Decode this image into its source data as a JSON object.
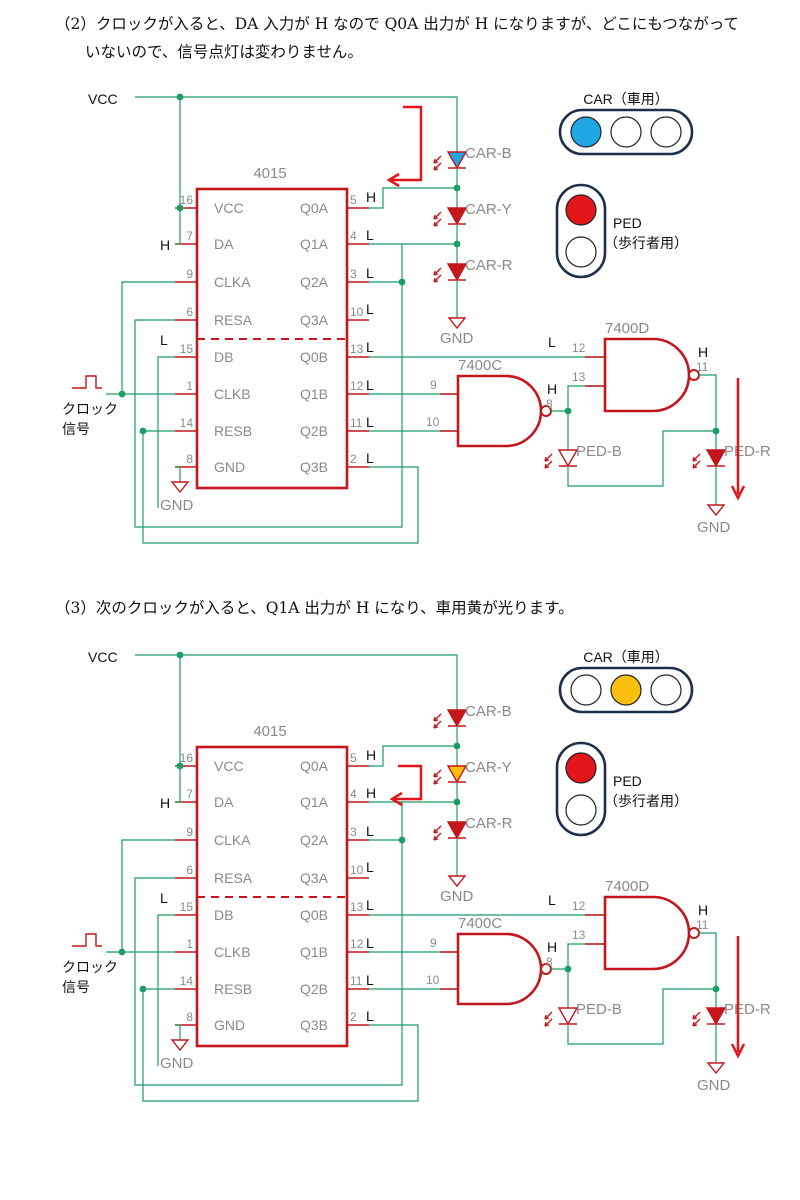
{
  "sections": [
    {
      "caption": [
        "（2）クロックが入ると、DA 入力が H なので Q0A 出力が H になりますが、どこにもつながって",
        "いないので、信号点灯は変わりません。"
      ],
      "vcc": "VCC",
      "chip": "4015",
      "gnd": "GND",
      "clock": [
        "クロック",
        "信号"
      ],
      "pins_left": [
        {
          "num": "16",
          "name": "VCC"
        },
        {
          "num": "7",
          "name": "DA"
        },
        {
          "num": "9",
          "name": "CLKA"
        },
        {
          "num": "6",
          "name": "RESA"
        },
        {
          "num": "15",
          "name": "DB"
        },
        {
          "num": "1",
          "name": "CLKB"
        },
        {
          "num": "14",
          "name": "RESB"
        },
        {
          "num": "8",
          "name": "GND"
        }
      ],
      "pins_right": [
        {
          "num": "5",
          "name": "Q0A"
        },
        {
          "num": "4",
          "name": "Q1A"
        },
        {
          "num": "3",
          "name": "Q2A"
        },
        {
          "num": "10",
          "name": "Q3A"
        },
        {
          "num": "13",
          "name": "Q0B"
        },
        {
          "num": "12",
          "name": "Q1B"
        },
        {
          "num": "11",
          "name": "Q2B"
        },
        {
          "num": "2",
          "name": "Q3B"
        }
      ],
      "levels": {
        "da": "H",
        "db": "L",
        "q0a": "H",
        "q1a": "L",
        "q2a": "L",
        "q3a": "L",
        "q0b": "L",
        "q1b": "L",
        "q2b": "L",
        "q3b": "L",
        "n12": "L",
        "n8": "H",
        "n11": "H"
      },
      "leds": [
        "CAR-B",
        "CAR-Y",
        "CAR-R",
        "PED-B",
        "PED-R"
      ],
      "gate_c": {
        "name": "7400C",
        "in1": "9",
        "in2": "10",
        "out": "8"
      },
      "gate_d": {
        "name": "7400D",
        "in1": "12",
        "in2": "13",
        "out": "11"
      },
      "car_signal": {
        "title": "CAR（車用）",
        "lamps": [
          "#1ea7e4",
          "#ffffff",
          "#ffffff"
        ]
      },
      "ped_signal": {
        "label": "PED",
        "sub": "（歩行者用）",
        "lamps": [
          "#e4141b",
          "#ffffff"
        ]
      },
      "car_led_color": "#1ea7e4"
    },
    {
      "caption": [
        "（3）次のクロックが入ると、Q1A 出力が H になり、車用黄が光ります。"
      ],
      "vcc": "VCC",
      "chip": "4015",
      "gnd": "GND",
      "clock": [
        "クロック",
        "信号"
      ],
      "pins_left": [
        {
          "num": "16",
          "name": "VCC"
        },
        {
          "num": "7",
          "name": "DA"
        },
        {
          "num": "9",
          "name": "CLKA"
        },
        {
          "num": "6",
          "name": "RESA"
        },
        {
          "num": "15",
          "name": "DB"
        },
        {
          "num": "1",
          "name": "CLKB"
        },
        {
          "num": "14",
          "name": "RESB"
        },
        {
          "num": "8",
          "name": "GND"
        }
      ],
      "pins_right": [
        {
          "num": "5",
          "name": "Q0A"
        },
        {
          "num": "4",
          "name": "Q1A"
        },
        {
          "num": "3",
          "name": "Q2A"
        },
        {
          "num": "10",
          "name": "Q3A"
        },
        {
          "num": "13",
          "name": "Q0B"
        },
        {
          "num": "12",
          "name": "Q1B"
        },
        {
          "num": "11",
          "name": "Q2B"
        },
        {
          "num": "2",
          "name": "Q3B"
        }
      ],
      "levels": {
        "da": "H",
        "db": "L",
        "q0a": "H",
        "q1a": "H",
        "q2a": "L",
        "q3a": "L",
        "q0b": "L",
        "q1b": "L",
        "q2b": "L",
        "q3b": "L",
        "n12": "L",
        "n8": "H",
        "n11": "H"
      },
      "leds": [
        "CAR-B",
        "CAR-Y",
        "CAR-R",
        "PED-B",
        "PED-R"
      ],
      "gate_c": {
        "name": "7400C",
        "in1": "9",
        "in2": "10",
        "out": "8"
      },
      "gate_d": {
        "name": "7400D",
        "in1": "12",
        "in2": "13",
        "out": "11"
      },
      "car_signal": {
        "title": "CAR（車用）",
        "lamps": [
          "#ffffff",
          "#fbbf0f",
          "#ffffff"
        ]
      },
      "ped_signal": {
        "label": "PED",
        "sub": "（歩行者用）",
        "lamps": [
          "#e4141b",
          "#ffffff"
        ]
      },
      "car_led_color": "#fbbf0f"
    }
  ]
}
